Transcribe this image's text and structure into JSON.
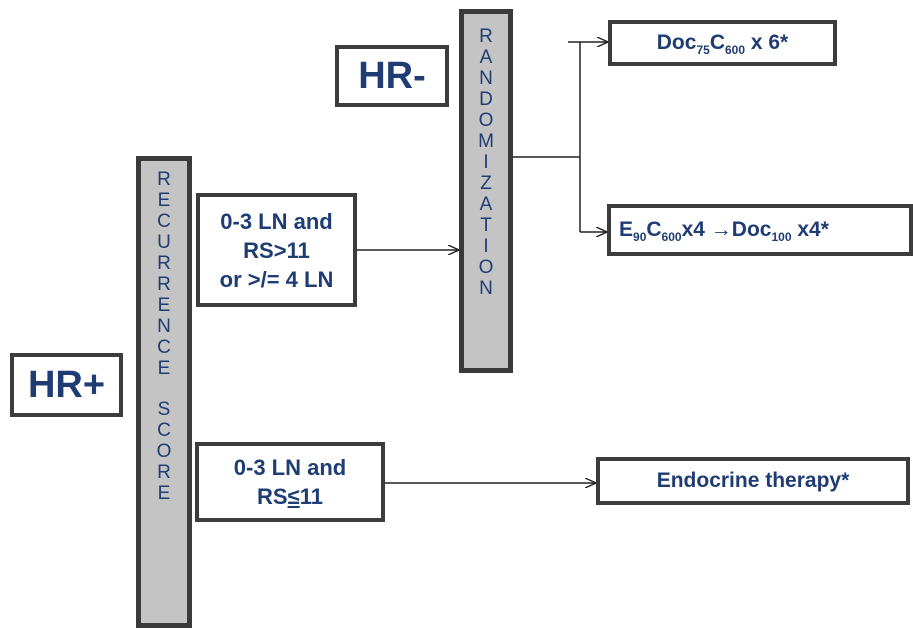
{
  "groups": {
    "hr_pos": "HR+",
    "hr_neg": "HR-"
  },
  "bars": {
    "randomization": "RANDOMIZATION",
    "recurrence": "RECURRENCE SCORE"
  },
  "criteria": {
    "high_line1": "0-3 LN and",
    "high_line2": "RS>11",
    "high_line3": "or >/= 4 LN",
    "low_line1": "0-3 LN and",
    "low_line2_prefix": "RS",
    "low_line2_symbol": "≤",
    "low_line2_value": "11"
  },
  "treatments": {
    "doc_c": {
      "drug1": "Doc",
      "dose1": "75",
      "drug2": "C",
      "dose2": "600",
      "suffix": " x 6*"
    },
    "ec_doc": {
      "drug1": "E",
      "dose1": "90",
      "drug2": "C",
      "dose2": "600",
      "mid": "x4 ",
      "arrow": "→",
      "drug3": "Doc",
      "dose3": "100",
      "suffix": " x4*"
    },
    "endocrine": "Endocrine therapy*"
  },
  "colors": {
    "text": "#1f3c73",
    "border": "#3c3c3c",
    "bar_fill": "#c4c4c4"
  }
}
